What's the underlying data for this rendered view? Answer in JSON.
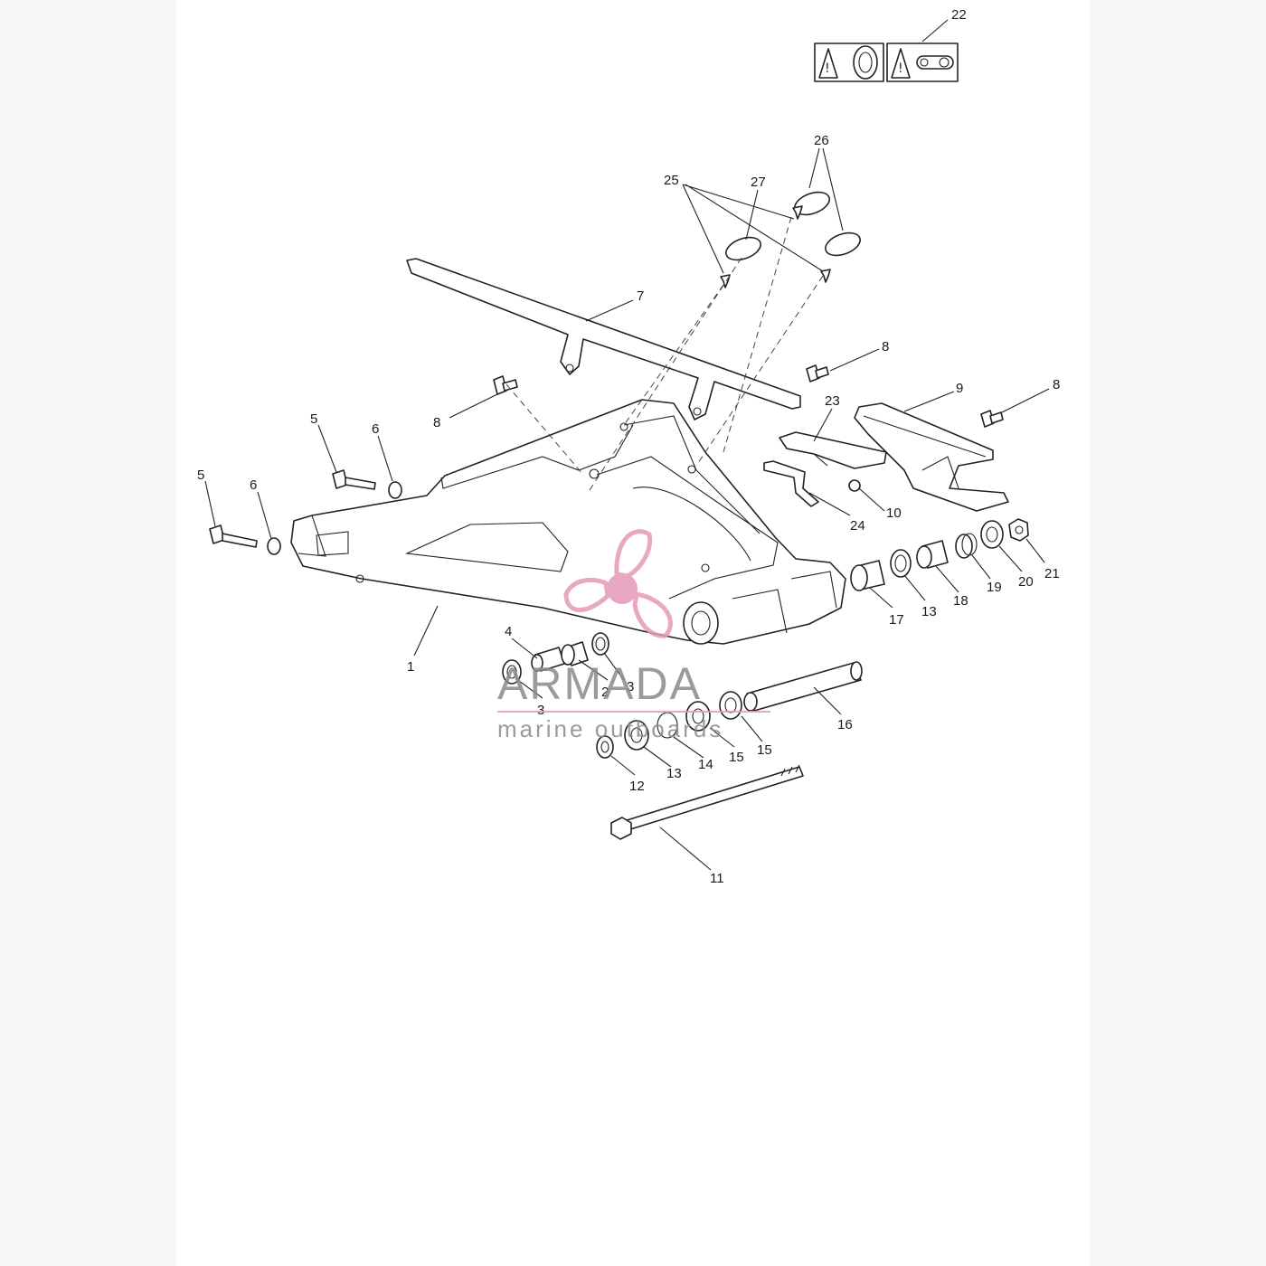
{
  "watermark": {
    "brand": "ARMADA",
    "tagline": "marine outboards",
    "accent_color": "#e59ab9",
    "text_color": "#8a8a8a"
  },
  "header_icons": [
    {
      "name": "tyre-warning-icon"
    },
    {
      "name": "chain-warning-icon"
    }
  ],
  "callouts": [
    {
      "id": "c22",
      "text": "22"
    },
    {
      "id": "c26",
      "text": "26"
    },
    {
      "id": "c25",
      "text": "25"
    },
    {
      "id": "c27",
      "text": "27"
    },
    {
      "id": "c7",
      "text": "7"
    },
    {
      "id": "c8a",
      "text": "8"
    },
    {
      "id": "c8b",
      "text": "8"
    },
    {
      "id": "c8c",
      "text": "8"
    },
    {
      "id": "c9",
      "text": "9"
    },
    {
      "id": "c23",
      "text": "23"
    },
    {
      "id": "c24",
      "text": "24"
    },
    {
      "id": "c10",
      "text": "10"
    },
    {
      "id": "c5a",
      "text": "5"
    },
    {
      "id": "c6a",
      "text": "6"
    },
    {
      "id": "c5b",
      "text": "5"
    },
    {
      "id": "c6b",
      "text": "6"
    },
    {
      "id": "c1",
      "text": "1"
    },
    {
      "id": "c4",
      "text": "4"
    },
    {
      "id": "c2",
      "text": "2"
    },
    {
      "id": "c3a",
      "text": "3"
    },
    {
      "id": "c3b",
      "text": "3"
    },
    {
      "id": "c17",
      "text": "17"
    },
    {
      "id": "c13a",
      "text": "13"
    },
    {
      "id": "c18",
      "text": "18"
    },
    {
      "id": "c19",
      "text": "19"
    },
    {
      "id": "c20",
      "text": "20"
    },
    {
      "id": "c21",
      "text": "21"
    },
    {
      "id": "c16",
      "text": "16"
    },
    {
      "id": "c15a",
      "text": "15"
    },
    {
      "id": "c15b",
      "text": "15"
    },
    {
      "id": "c14",
      "text": "14"
    },
    {
      "id": "c13b",
      "text": "13"
    },
    {
      "id": "c12",
      "text": "12"
    },
    {
      "id": "c11",
      "text": "11"
    }
  ]
}
